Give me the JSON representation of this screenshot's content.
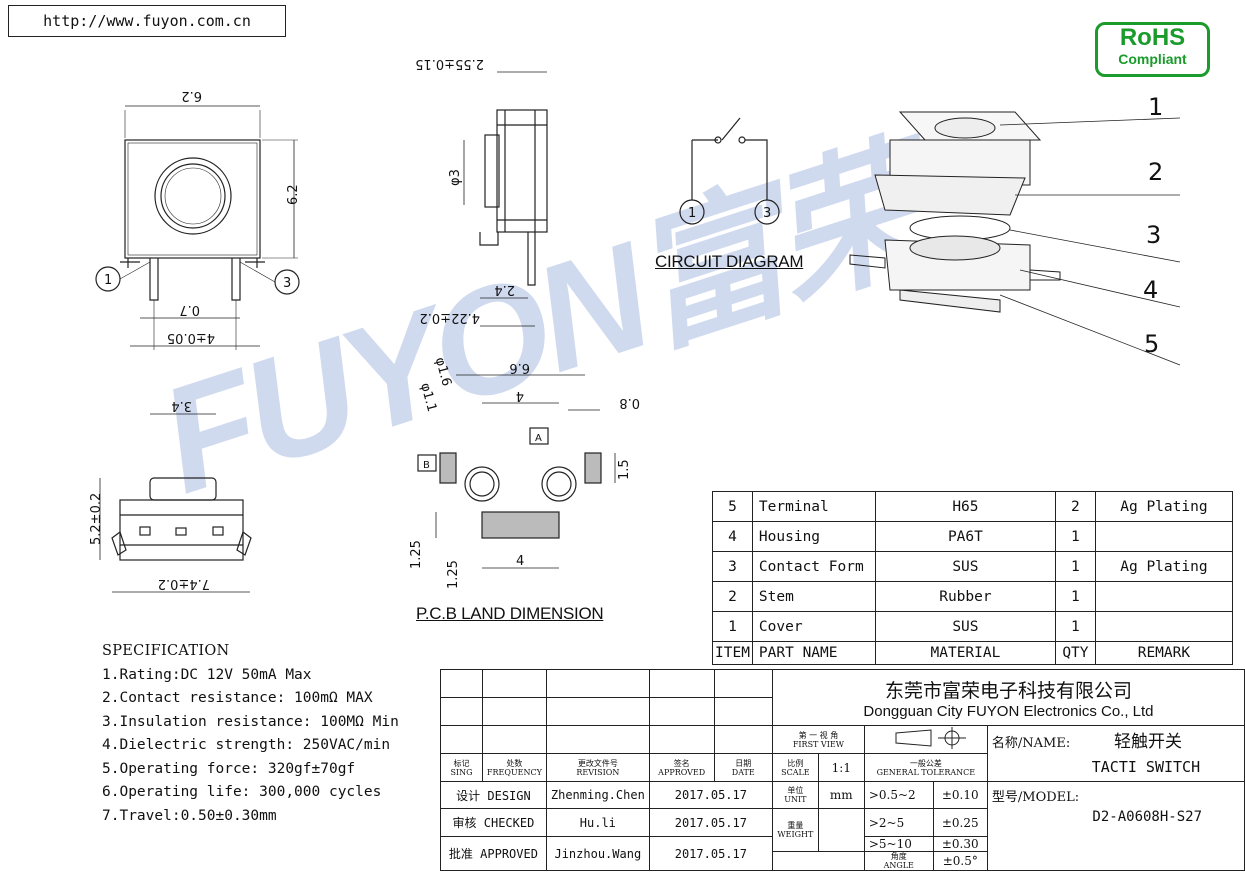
{
  "url": "http://www.fuyon.com.cn",
  "watermark": "FUYON富荣",
  "rohs": {
    "line1": "RoHS",
    "line2": "Compliant",
    "color": "#1a9b2c"
  },
  "dims": {
    "top_w": "6.2",
    "top_h": "6.2",
    "pitch": "4±0.05",
    "pin_w": "0.7",
    "pin1": "1",
    "pin3": "3",
    "side_t": "2.55±0.15",
    "side_d": "φ3",
    "side_a": "2.4",
    "side_b": "4.22±0.2",
    "front_w": "3.4",
    "front_h": "5.2±0.2",
    "front_base": "7.4±0.2"
  },
  "circuit": {
    "label": "CIRCUIT DIAGRAM",
    "p1": "1",
    "p3": "3"
  },
  "pcb": {
    "label": "P.C.B LAND DIMENSION",
    "d1": "6.6",
    "d2": "4",
    "d3": "0.8",
    "d4": "1.5",
    "d5": "1.25",
    "d6": "1.25",
    "d7": "4",
    "h1": "φ1.6",
    "h2": "φ1.1",
    "a": "A",
    "b": "B"
  },
  "callouts": [
    "1",
    "2",
    "3",
    "4",
    "5"
  ],
  "spec": {
    "title": "SPECIFICATION",
    "items": [
      "1.Rating:DC 12V 50mA Max",
      "2.Contact resistance: 100mΩ MAX",
      "3.Insulation resistance:  100MΩ Min",
      "4.Dielectric strength:    250VAC/min",
      "5.Operating force: 320gf±70gf",
      "6.Operating life: 300,000 cycles",
      "7.Travel:0.50±0.30mm"
    ]
  },
  "bom": {
    "rows": [
      {
        "item": "5",
        "part": "Terminal",
        "material": "H65",
        "qty": "2",
        "remark": "Ag Plating"
      },
      {
        "item": "4",
        "part": "Housing",
        "material": "PA6T",
        "qty": "1",
        "remark": ""
      },
      {
        "item": "3",
        "part": "Contact Form",
        "material": "SUS",
        "qty": "1",
        "remark": "Ag Plating"
      },
      {
        "item": "2",
        "part": "Stem",
        "material": "Rubber",
        "qty": "1",
        "remark": ""
      },
      {
        "item": "1",
        "part": "Cover",
        "material": "SUS",
        "qty": "1",
        "remark": ""
      }
    ],
    "header": {
      "item": "ITEM",
      "part": "PART NAME",
      "material": "MATERIAL",
      "qty": "QTY",
      "remark": "REMARK"
    }
  },
  "title": {
    "company_cn": "东莞市富荣电子科技有限公司",
    "company_en": "Dongguan City FUYON Electronics Co., Ltd",
    "view_cn": "第 一 视 角",
    "view_en": "FIRST VIEW",
    "name_label": "名称/NAME:",
    "name_cn": "轻触开关",
    "name_en": "TACTI  SWITCH",
    "model_label": "型号/MODEL:",
    "model": "D2-A0608H-S27",
    "h_sign_cn": "标记",
    "h_sign_en": "SING",
    "h_freq_cn": "处数",
    "h_freq_en": "FREQUENCY",
    "h_rev_cn": "更改文件号",
    "h_rev_en": "REVISION",
    "h_appr_cn": "签名",
    "h_appr_en": "APPROVED",
    "h_date_cn": "日期",
    "h_date_en": "DATE",
    "h_scale_cn": "比例",
    "h_scale_en": "SCALE",
    "scale": "1:1",
    "h_tol_cn": "一般公差",
    "h_tol_en": "GENERAL  TOLERANCE",
    "design": "设计 DESIGN",
    "design_name": "Zhenming.Chen",
    "design_date": "2017.05.17",
    "checked": "审核 CHECKED",
    "checked_name": "Hu.li",
    "checked_date": "2017.05.17",
    "approved": "批准 APPROVED",
    "approved_name": "Jinzhou.Wang",
    "approved_date": "2017.05.17",
    "unit_cn": "单位",
    "unit_en": "UNIT",
    "unit": "mm",
    "weight_cn": "重量",
    "weight_en": "WEIGHT",
    "angle_cn": "角度",
    "angle_en": "ANGLE",
    "tol": [
      {
        "r": ">0.5~2",
        "v": "±0.10"
      },
      {
        "r": ">2~5",
        "v": "±0.25"
      },
      {
        "r": ">5~10",
        "v": "±0.30"
      },
      {
        "v": "±0.5°"
      }
    ]
  }
}
